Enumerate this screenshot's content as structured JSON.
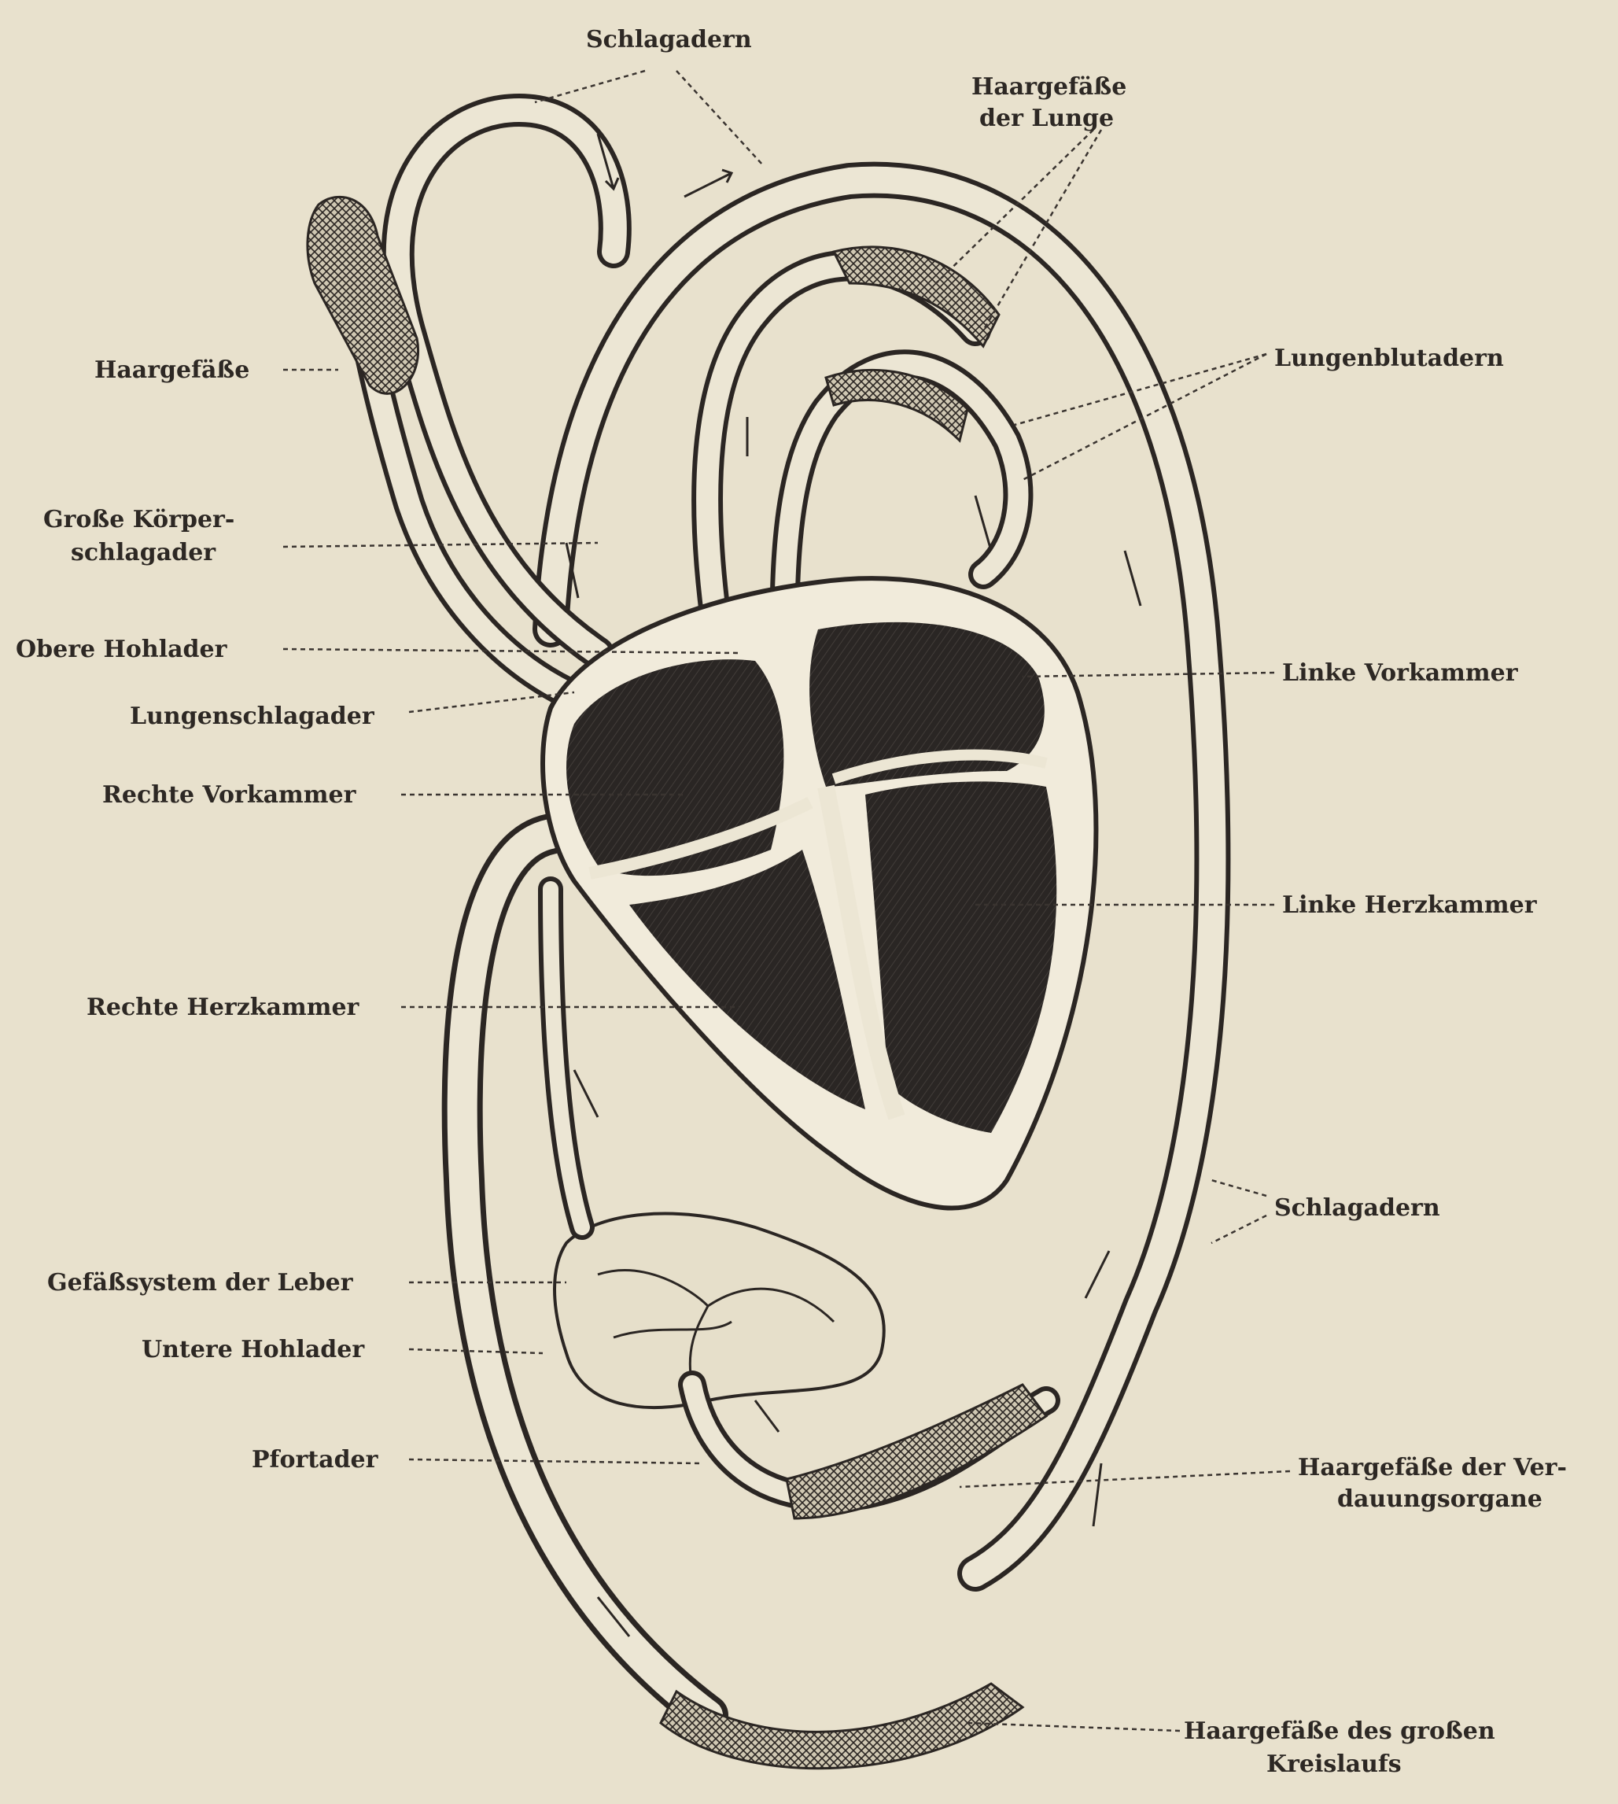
{
  "labels": {
    "schlagadern_top": "Schlagadern",
    "haargefaesse_lunge_1": "Haargefäße",
    "haargefaesse_lunge_2": "der Lunge",
    "haargefaesse_left": "Haargefäße",
    "lungenblutadern": "Lungenblutadern",
    "grosse_koerperschlagader_1": "Große Körper-",
    "grosse_koerperschlagader_2": "schlagader",
    "obere_hohlader": "Obere Hohlader",
    "linke_vorkammer": "Linke Vorkammer",
    "lungenschlagader": "Lungenschlagader",
    "rechte_vorkammer": "Rechte Vorkammer",
    "linke_herzkammer": "Linke Herzkammer",
    "rechte_herzkammer": "Rechte Herzkammer",
    "schlagadern_right": "Schlagadern",
    "gefaesssystem_leber": "Gefäßsystem der Leber",
    "untere_hohlader": "Untere Hohlader",
    "pfortader": "Pfortader",
    "haargefaesse_verdauung_1": "Haargefäße der Ver-",
    "haargefaesse_verdauung_2": "dauungsorgane",
    "haargefaesse_kreislauf_1": "Haargefäße des großen",
    "haargefaesse_kreislauf_2": "Kreislaufs"
  },
  "colors": {
    "paper": "#e8e1cd",
    "ink": "#2b2623",
    "heart_dark": "#2a2624"
  }
}
